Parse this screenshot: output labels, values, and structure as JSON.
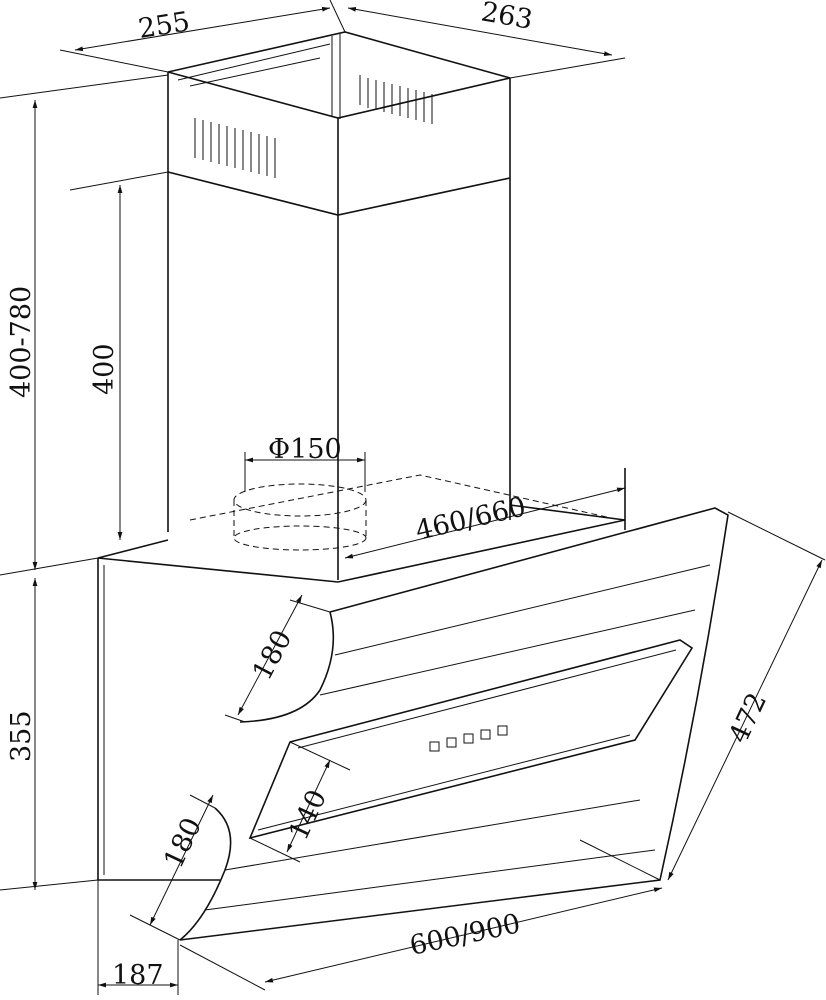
{
  "title": "Range hood dimension drawing",
  "dimensions": {
    "chimney_depth": "255",
    "chimney_width": "263",
    "total_chimney_height": "400-780",
    "chimney_section_height": "400",
    "duct_diameter": "Φ150",
    "hood_depth": "460/660",
    "upper_glass": "180",
    "body_height": "355",
    "glass_diagonal": "472",
    "control_panel": "140",
    "lower_glass": "180",
    "hood_width": "600/900",
    "base_depth": "187"
  },
  "colors": {
    "line": "#111111",
    "background": "#ffffff"
  }
}
